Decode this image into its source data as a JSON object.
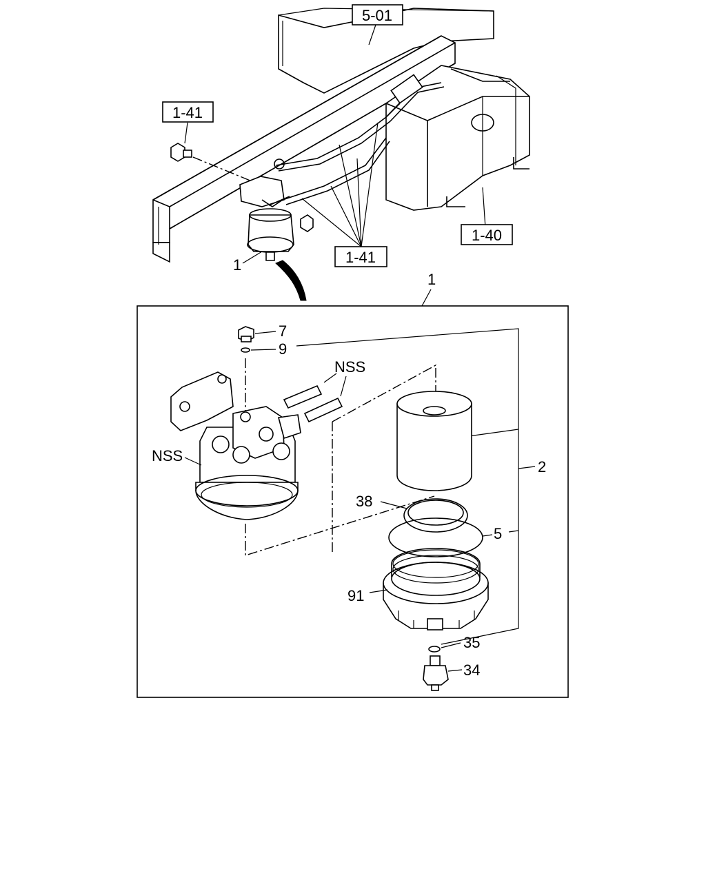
{
  "overview": {
    "refs": {
      "frame_ref": "5-01",
      "bolt_ref": "1-41",
      "lines_ref": "1-41",
      "tank_ref": "1-40"
    },
    "assembly_callout": "1"
  },
  "detail": {
    "assembly_callout": "1",
    "callouts": {
      "plug": "7",
      "washer": "9",
      "nipples": "NSS",
      "head": "NSS",
      "element_kit": "2",
      "ring": "38",
      "o_ring": "5",
      "case": "91",
      "small_o_ring": "35",
      "drain_plug": "34"
    }
  }
}
